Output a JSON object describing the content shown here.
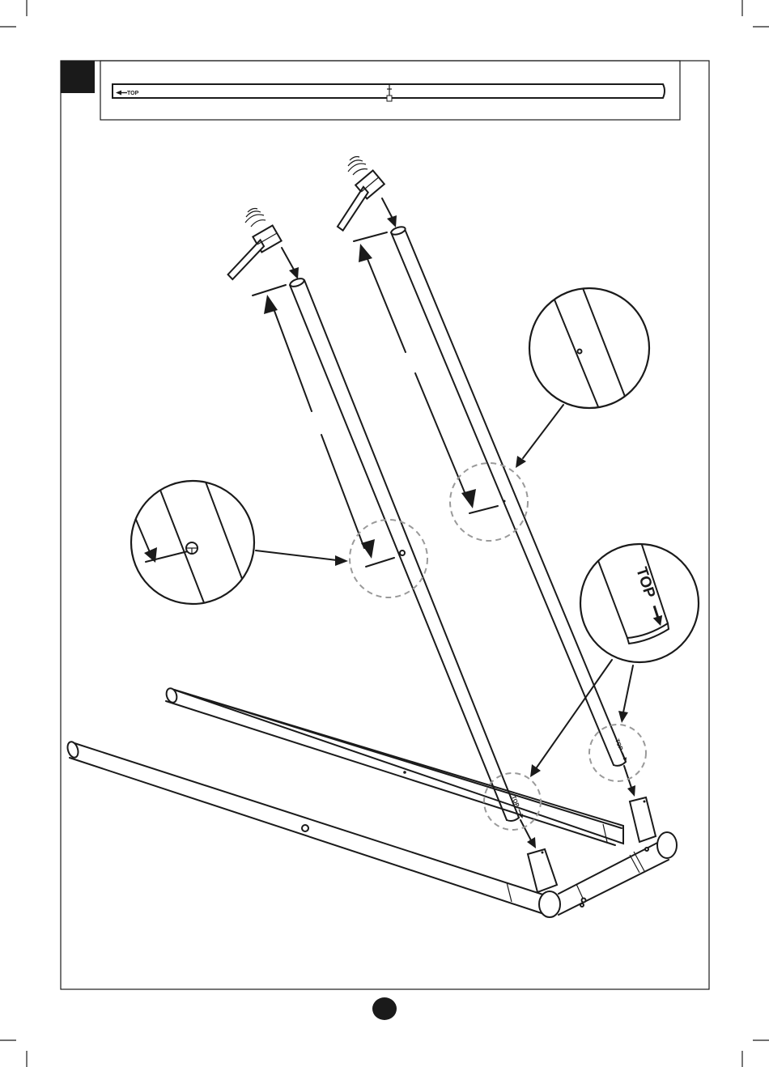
{
  "labels": {
    "header_tube": "TOP",
    "zoom_tube": "TOP",
    "tube_left": "TOP",
    "tube_right": "TOP"
  },
  "icons": [
    "hammer-icon",
    "arrow-icon"
  ],
  "colors": {
    "ink": "#1a1a1a",
    "dashed_circle": "#9a9a9a",
    "background": "#ffffff"
  }
}
